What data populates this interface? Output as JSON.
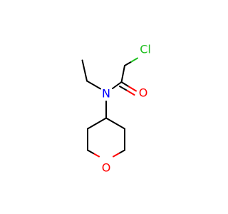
{
  "molecule": {
    "atoms": [
      {
        "id": "cl",
        "label": "Cl",
        "color": "#1fbf1f"
      },
      {
        "id": "o_carbonyl",
        "label": "O",
        "color": "#ff0000"
      },
      {
        "id": "n",
        "label": "N",
        "color": "#0000ff"
      },
      {
        "id": "o_ring",
        "label": "O",
        "color": "#ff0000"
      }
    ],
    "bond_color": "#000000"
  }
}
